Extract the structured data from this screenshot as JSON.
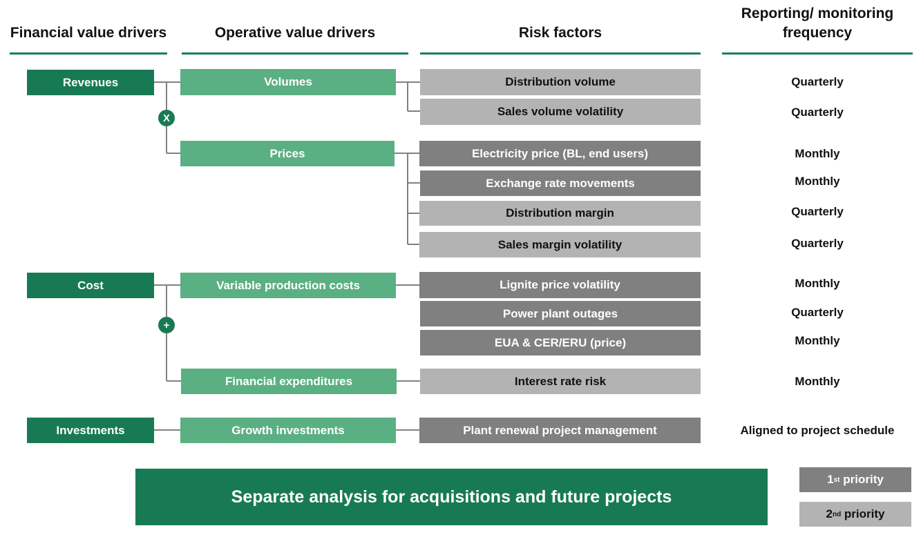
{
  "headers": {
    "financial": "Financial value drivers",
    "operative": "Operative value drivers",
    "risk": "Risk factors",
    "reporting": "Reporting/ monitoring frequency"
  },
  "financial": {
    "revenues": "Revenues",
    "cost": "Cost",
    "investments": "Investments"
  },
  "operators": {
    "multiply": "X",
    "plus": "+"
  },
  "operative": {
    "volumes": "Volumes",
    "prices": "Prices",
    "variable": "Variable production costs",
    "financial_exp": "Financial expenditures",
    "growth": "Growth investments"
  },
  "risks": [
    {
      "label": "Distribution volume",
      "priority": 2,
      "frequency": "Quarterly"
    },
    {
      "label": "Sales volume volatility",
      "priority": 2,
      "frequency": "Quarterly"
    },
    {
      "label": "Electricity price (BL, end users)",
      "priority": 1,
      "frequency": "Monthly"
    },
    {
      "label": "Exchange rate movements",
      "priority": 1,
      "frequency": "Monthly"
    },
    {
      "label": "Distribution margin",
      "priority": 2,
      "frequency": "Quarterly"
    },
    {
      "label": "Sales margin volatility",
      "priority": 2,
      "frequency": "Quarterly"
    },
    {
      "label": "Lignite price volatility",
      "priority": 1,
      "frequency": "Monthly"
    },
    {
      "label": "Power plant outages",
      "priority": 1,
      "frequency": "Quarterly"
    },
    {
      "label": "EUA & CER/ERU (price)",
      "priority": 1,
      "frequency": "Monthly"
    },
    {
      "label": "Interest rate risk",
      "priority": 2,
      "frequency": "Monthly"
    },
    {
      "label": "Plant renewal project management",
      "priority": 1,
      "frequency": "Aligned to project schedule"
    }
  ],
  "banner": "Separate analysis for acquisitions and future projects",
  "legend": {
    "first": {
      "num": "1",
      "sup": "st",
      "text": " priority"
    },
    "second": {
      "num": "2",
      "sup": "nd",
      "text": " priority"
    }
  },
  "colors": {
    "dark_green": "#187a54",
    "light_green": "#5bb083",
    "priority_1": "#808080",
    "priority_2": "#b3b3b3"
  }
}
